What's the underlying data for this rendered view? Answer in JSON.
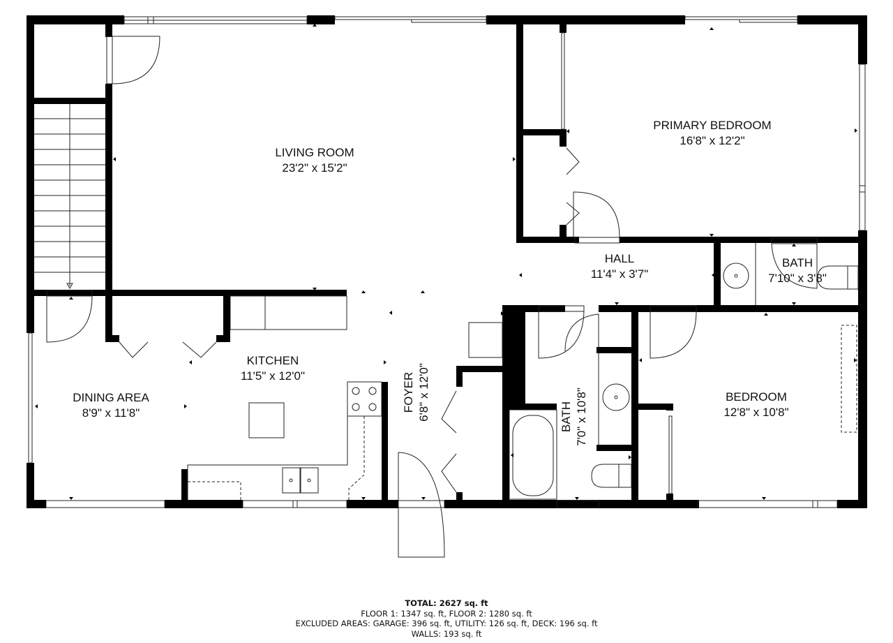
{
  "plan": {
    "wall_color": "#000000",
    "background": "#ffffff",
    "line_color": "#222222"
  },
  "rooms": [
    {
      "id": "living-room",
      "name": "LIVING ROOM",
      "dims": "23'2\" x 15'2\""
    },
    {
      "id": "primary-bedroom",
      "name": "PRIMARY BEDROOM",
      "dims": "16'8\" x 12'2\""
    },
    {
      "id": "hall",
      "name": "HALL",
      "dims": "11'4\" x 3'7\""
    },
    {
      "id": "bath-1",
      "name": "BATH",
      "dims": "7'10\" x 3'8\""
    },
    {
      "id": "kitchen",
      "name": "KITCHEN",
      "dims": "11'5\" x 12'0\""
    },
    {
      "id": "dining-area",
      "name": "DINING AREA",
      "dims": "8'9\" x 11'8\""
    },
    {
      "id": "foyer",
      "name": "FOYER",
      "dims": "6'8\" x 12'0\""
    },
    {
      "id": "bath-2",
      "name": "BATH",
      "dims": "7'0\" x 10'8\""
    },
    {
      "id": "bedroom",
      "name": "BEDROOM",
      "dims": "12'8\" x 10'8\""
    }
  ],
  "summary": {
    "total": "TOTAL: 2627 sq. ft",
    "floors": "FLOOR 1: 1347 sq. ft, FLOOR 2: 1280 sq. ft",
    "excluded": "EXCLUDED AREAS: GARAGE: 396 sq. ft, UTILITY: 126 sq. ft, DECK: 196 sq. ft",
    "walls": "WALLS: 193 sq. ft"
  }
}
